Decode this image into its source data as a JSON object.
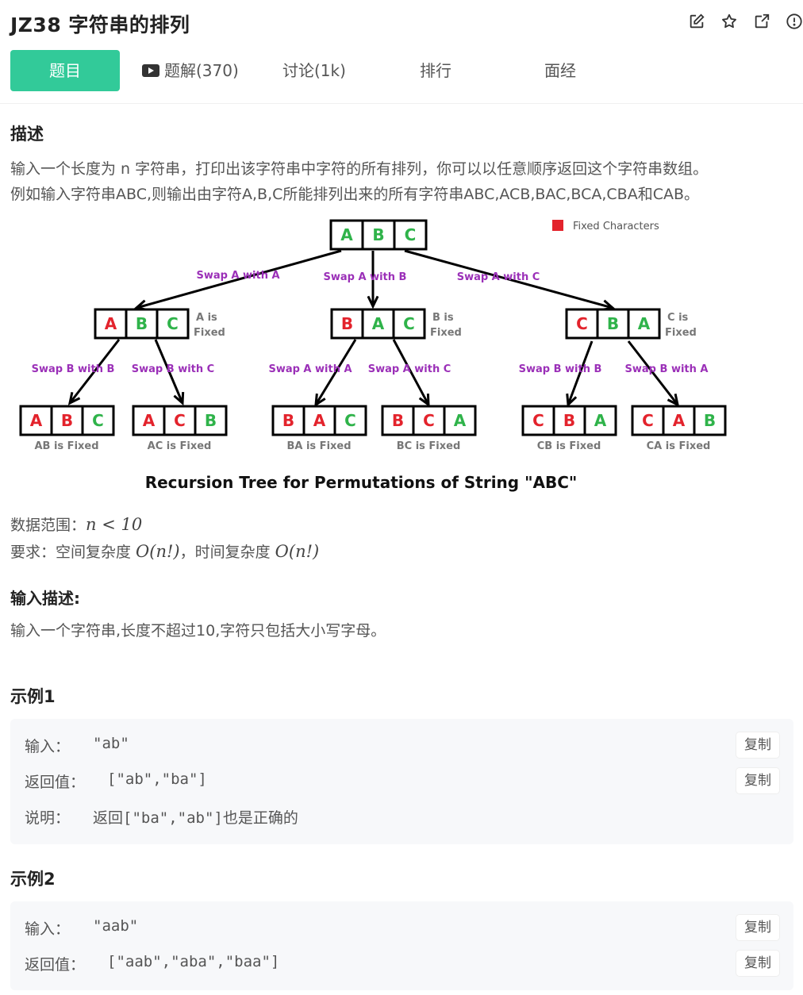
{
  "page": {
    "title": "JZ38  字符串的排列",
    "tabs": [
      "题目",
      "题解(370)",
      "讨论(1k)",
      "排行",
      "面经"
    ]
  },
  "description": {
    "heading": "描述",
    "line1": "输入一个长度为 n 字符串，打印出该字符串中字符的所有排列，你可以以任意顺序返回这个字符串数组。",
    "line2": "例如输入字符串ABC,则输出由字符A,B,C所能排列出来的所有字符串ABC,ACB,BAC,BCA,CBA和CAB。"
  },
  "diagram": {
    "legend": "Fixed Characters",
    "caption": "Recursion Tree for Permutations of String \"ABC\"",
    "root": [
      "A",
      "B",
      "C"
    ],
    "level1_labels": [
      "Swap A with A",
      "Swap A with B",
      "Swap A with C"
    ],
    "level1": [
      {
        "letters": [
          "A",
          "B",
          "C"
        ],
        "note1": "A is",
        "note2": "Fixed"
      },
      {
        "letters": [
          "B",
          "A",
          "C"
        ],
        "note1": "B is",
        "note2": "Fixed"
      },
      {
        "letters": [
          "C",
          "B",
          "A"
        ],
        "note1": "C is",
        "note2": "Fixed"
      }
    ],
    "level2_labels": [
      "Swap B with B",
      "Swap B with C",
      "Swap A with A",
      "Swap A with C",
      "Swap B with B",
      "Swap B with A"
    ],
    "level2": [
      {
        "letters": [
          "A",
          "B",
          "C"
        ],
        "caption": "AB is Fixed"
      },
      {
        "letters": [
          "A",
          "C",
          "B"
        ],
        "caption": "AC is Fixed"
      },
      {
        "letters": [
          "B",
          "A",
          "C"
        ],
        "caption": "BA is Fixed"
      },
      {
        "letters": [
          "B",
          "C",
          "A"
        ],
        "caption": "BC is Fixed"
      },
      {
        "letters": [
          "C",
          "B",
          "A"
        ],
        "caption": "CB is Fixed"
      },
      {
        "letters": [
          "C",
          "A",
          "B"
        ],
        "caption": "CA is Fixed"
      }
    ]
  },
  "constraints": {
    "range_label": "数据范围：",
    "range_math": "n < 10",
    "req_label": "要求：空间复杂度 ",
    "req_space": "O(n!)",
    "req_sep": "，时间复杂度 ",
    "req_time": "O(n!)"
  },
  "input_desc": {
    "heading": "输入描述:",
    "text": "输入一个字符串,长度不超过10,字符只包括大小写字母。"
  },
  "example1": {
    "heading": "示例1",
    "input_label": "输入：",
    "input_value": "\"ab\"",
    "output_label": "返回值：",
    "output_value": "[\"ab\",\"ba\"]",
    "explain_label": "说明：",
    "explain_prefix": "返回",
    "explain_code": "[\"ba\",\"ab\"]",
    "explain_suffix": "也是正确的",
    "copy": "复制"
  },
  "example2": {
    "heading": "示例2",
    "input_label": "输入：",
    "input_value": "\"aab\"",
    "output_label": "返回值：",
    "output_value": "[\"aab\",\"aba\",\"baa\"]",
    "copy": "复制"
  },
  "colors": {
    "tab_active": "#32ca99",
    "fixed_red": "#e3232c",
    "free_green": "#2fb34a",
    "label_purple": "#9b30b8",
    "example_bg": "#f7f8fa"
  }
}
